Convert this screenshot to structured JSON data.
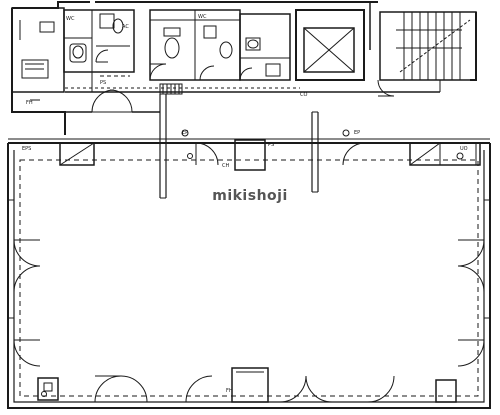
{
  "watermark": "mikishoji",
  "labels": {
    "wc_left": "WC",
    "wc_mid": "WC",
    "ps": "PS",
    "ps_center": "PS",
    "eps": "EPS",
    "ep": "EP",
    "ep_right": "EP",
    "fh": "FH",
    "fh_bottom": "FH",
    "co": "CO",
    "ac": "AC",
    "uo": "UO",
    "ceiling": "CH"
  },
  "colors": {
    "line": "#1a1a1a",
    "paper": "#ffffff",
    "watermark": "#555555"
  }
}
